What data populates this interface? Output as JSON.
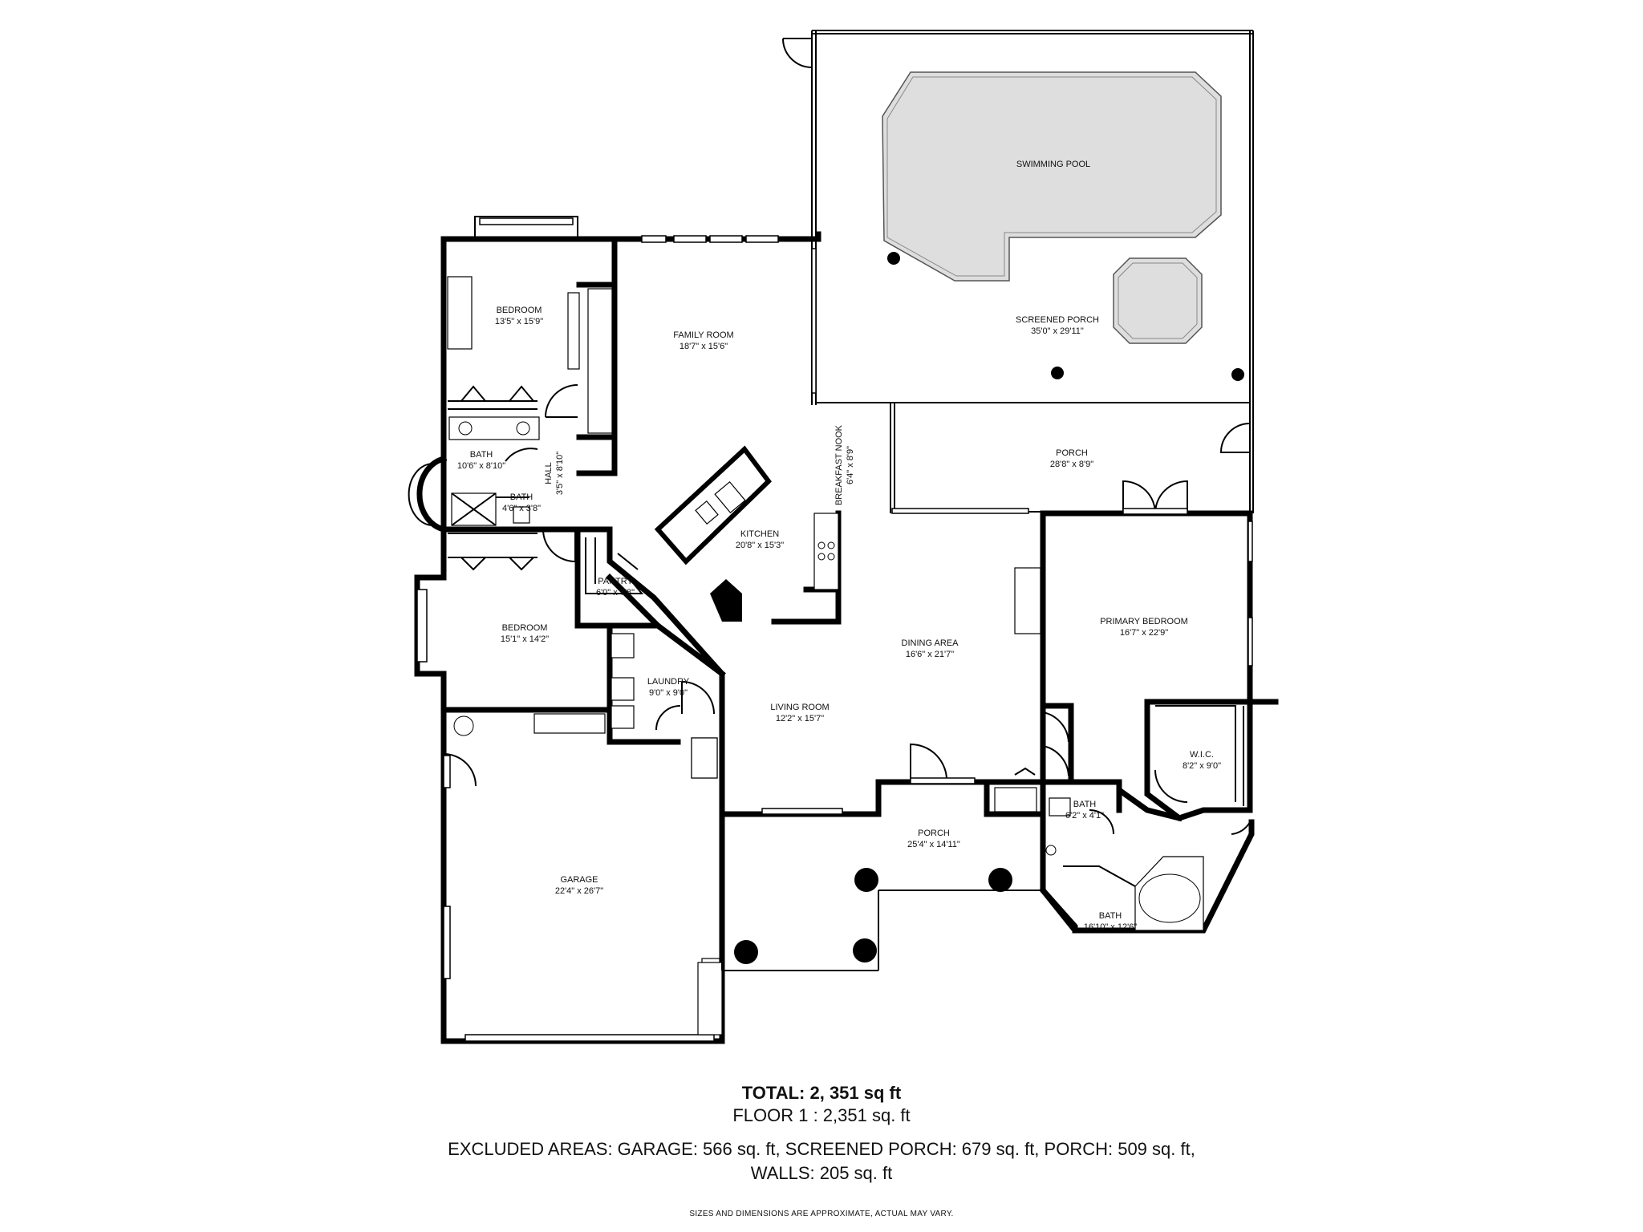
{
  "rooms": {
    "swimming_pool": {
      "name": "SWIMMING POOL"
    },
    "screened_porch": {
      "name": "SCREENED PORCH",
      "dims": "35'0\" x 29'11\""
    },
    "bedroom_1": {
      "name": "BEDROOM",
      "dims": "13'5\" x 15'9\""
    },
    "family_room": {
      "name": "FAMILY ROOM",
      "dims": "18'7\" x 15'6\""
    },
    "porch_rear": {
      "name": "PORCH",
      "dims": "28'8\" x 8'9\""
    },
    "bath_1": {
      "name": "BATH",
      "dims": "10'6\" x 8'10\""
    },
    "hall": {
      "name": "HALL",
      "dims": "3'5\" x 8'10\""
    },
    "bath_2": {
      "name": "BATH",
      "dims": "4'6\" x 3'8\""
    },
    "breakfast_nook": {
      "name": "BREAKFAST NOOK",
      "dims": "6'4\" x 8'9\""
    },
    "kitchen": {
      "name": "KITCHEN",
      "dims": "20'8\" x 15'3\""
    },
    "pantry": {
      "name": "PANTRY",
      "dims": "6'0\" x 7'8\""
    },
    "bedroom_2": {
      "name": "BEDROOM",
      "dims": "15'1\" x 14'2\""
    },
    "primary_bedroom": {
      "name": "PRIMARY BEDROOM",
      "dims": "16'7\" x 22'9\""
    },
    "dining_area": {
      "name": "DINING AREA",
      "dims": "16'6\" x 21'7\""
    },
    "laundry": {
      "name": "LAUNDRY",
      "dims": "9'0\" x 9'0\""
    },
    "living_room": {
      "name": "LIVING ROOM",
      "dims": "12'2\" x 15'7\""
    },
    "wic": {
      "name": "W.I.C.",
      "dims": "8'2\" x 9'0\""
    },
    "bath_3": {
      "name": "BATH",
      "dims": "6'2\" x 4'1\""
    },
    "porch_front": {
      "name": "PORCH",
      "dims": "25'4\" x 14'11\""
    },
    "garage": {
      "name": "GARAGE",
      "dims": "22'4\" x 26'7\""
    },
    "bath_primary": {
      "name": "BATH",
      "dims": "16'10\" x 12'6\""
    }
  },
  "summary": {
    "total": "TOTAL:  2, 351 sq ft",
    "floor": "FLOOR 1 : 2,351 sq. ft",
    "excluded_line1": "EXCLUDED AREAS: GARAGE: 566 sq. ft, SCREENED PORCH: 679 sq. ft, PORCH: 509 sq. ft,",
    "excluded_line2": "WALLS: 205 sq. ft",
    "disclaimer": "SIZES AND DIMENSIONS ARE APPROXIMATE, ACTUAL MAY VARY."
  }
}
